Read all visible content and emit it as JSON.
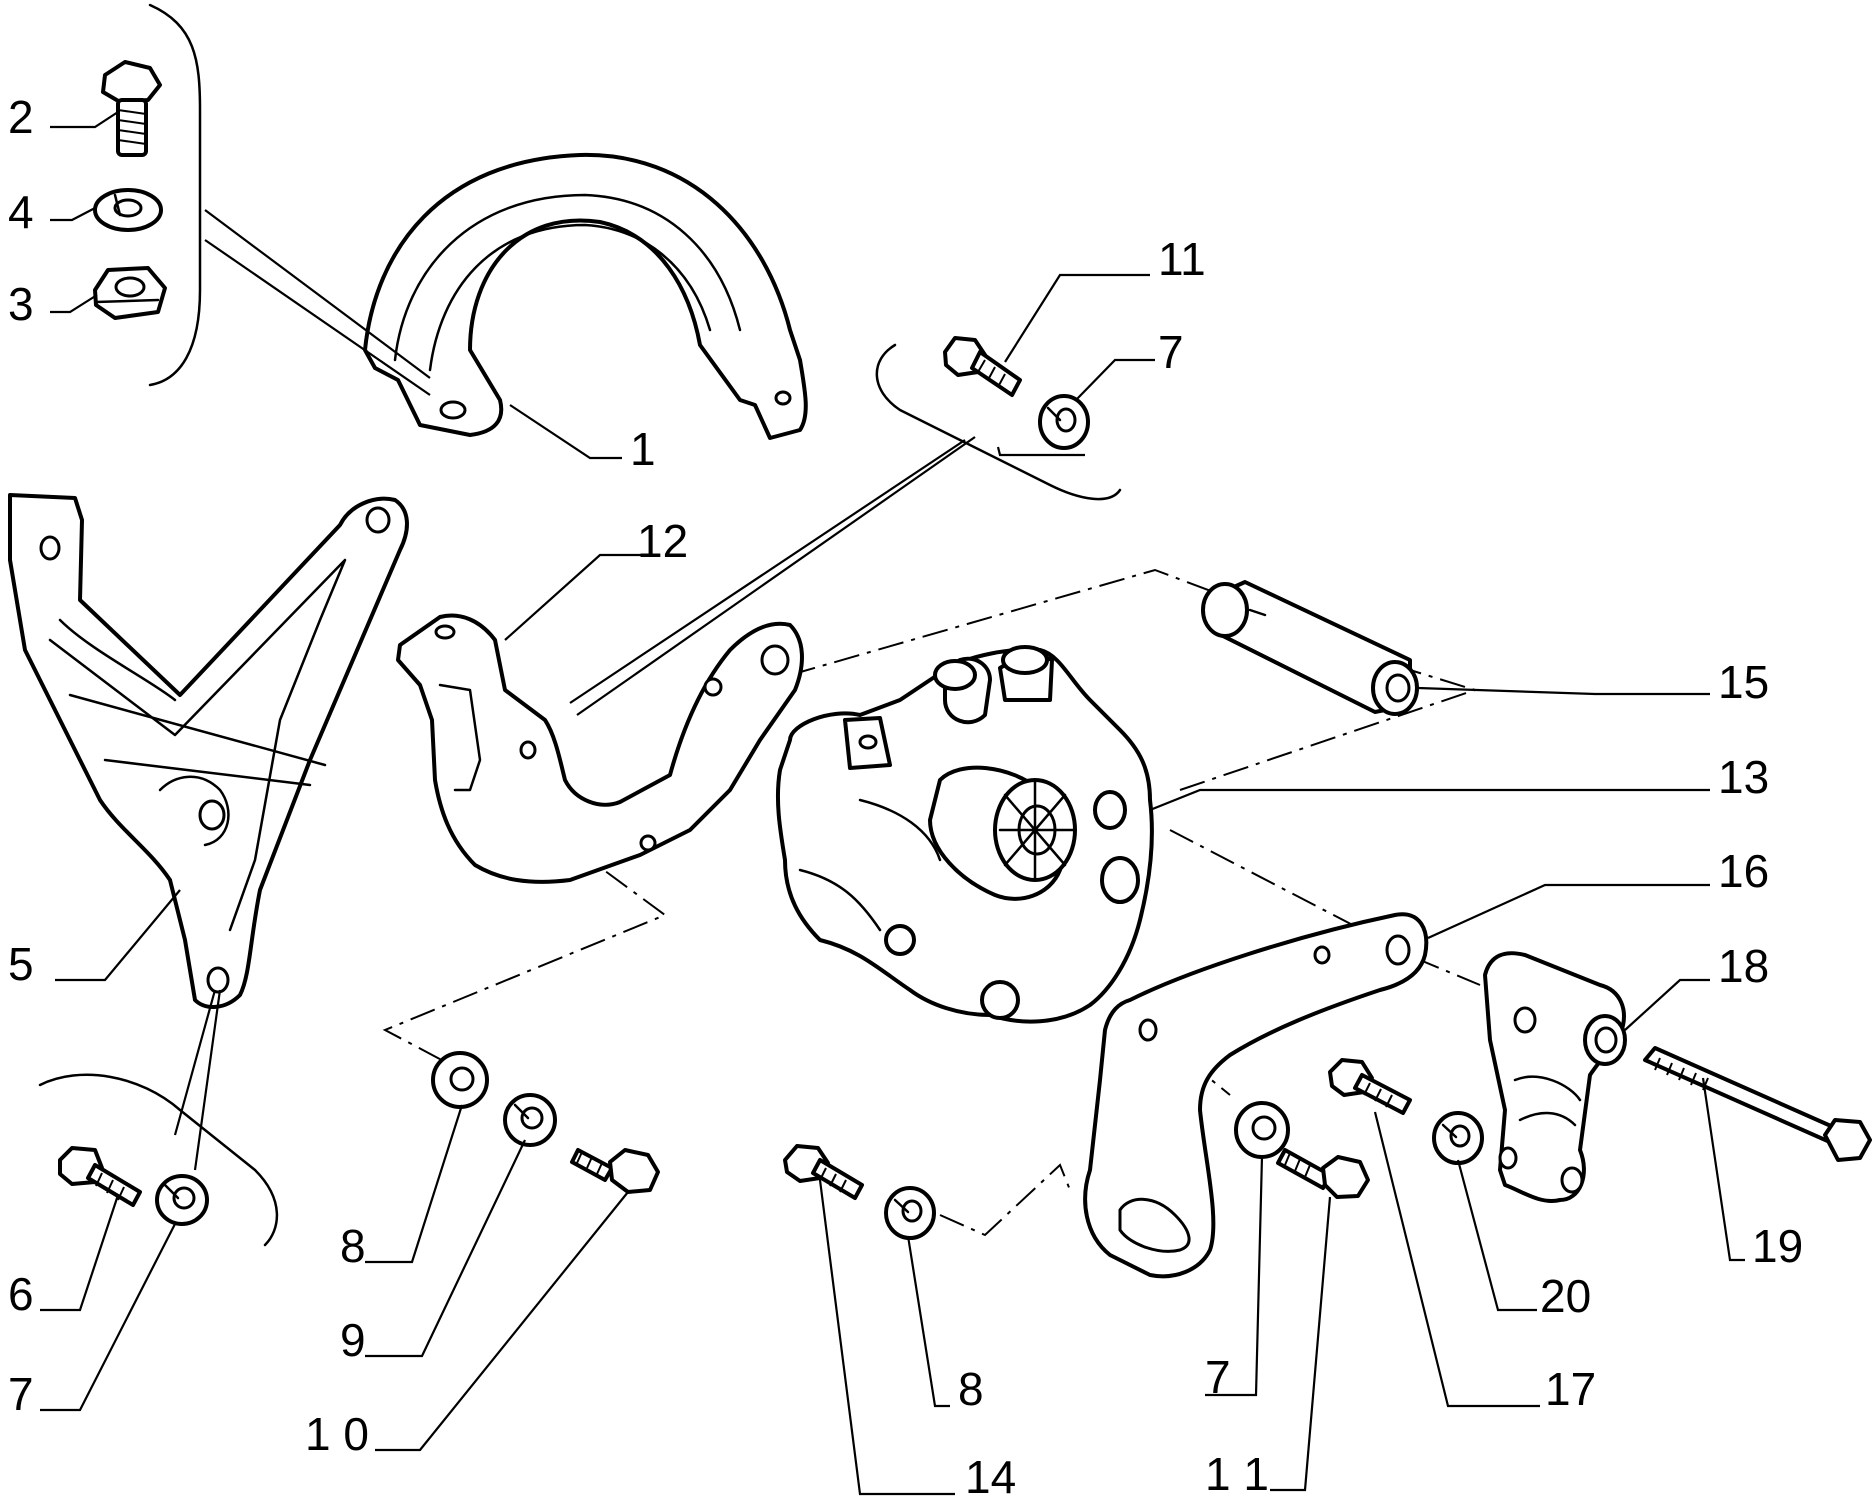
{
  "diagram": {
    "colors": {
      "line": "#000000",
      "background": "#ffffff"
    },
    "callouts": [
      {
        "id": "c2",
        "text": "2"
      },
      {
        "id": "c4",
        "text": "4"
      },
      {
        "id": "c3",
        "text": "3"
      },
      {
        "id": "c1",
        "text": "1"
      },
      {
        "id": "c11a",
        "text": "11"
      },
      {
        "id": "c7a",
        "text": "7"
      },
      {
        "id": "c12",
        "text": "12"
      },
      {
        "id": "c15",
        "text": "15"
      },
      {
        "id": "c13",
        "text": "13"
      },
      {
        "id": "c16",
        "text": "16"
      },
      {
        "id": "c18",
        "text": "18"
      },
      {
        "id": "c5",
        "text": "5"
      },
      {
        "id": "c19",
        "text": "19"
      },
      {
        "id": "c6",
        "text": "6"
      },
      {
        "id": "c7b",
        "text": "7"
      },
      {
        "id": "c8a",
        "text": "8"
      },
      {
        "id": "c9",
        "text": "9"
      },
      {
        "id": "c10",
        "text": "1 0"
      },
      {
        "id": "c20",
        "text": "20"
      },
      {
        "id": "c7c",
        "text": "7"
      },
      {
        "id": "c8b",
        "text": "8"
      },
      {
        "id": "c17",
        "text": "17"
      },
      {
        "id": "c14",
        "text": "14"
      },
      {
        "id": "c11b",
        "text": "1 1"
      }
    ]
  }
}
